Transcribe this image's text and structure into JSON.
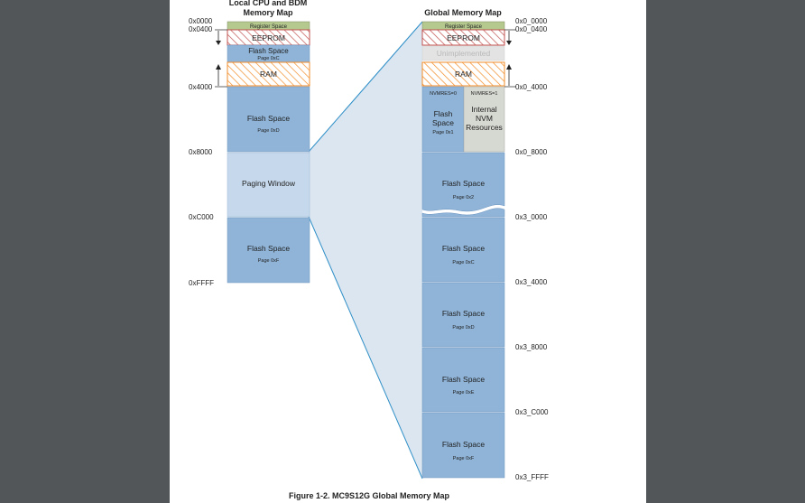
{
  "local_map": {
    "title_line1": "Local CPU and BDM",
    "title_line2": "Memory Map",
    "addresses": {
      "a0000": "0x0000",
      "a0400": "0x0400",
      "a4000": "0x4000",
      "a8000": "0x8000",
      "aC000": "0xC000",
      "aFFFF": "0xFFFF"
    },
    "blocks": {
      "register_space": "Register Space",
      "eeprom": "EEPROM",
      "flash_c": "Flash Space",
      "flash_c_page": "Page 0xC",
      "ram": "RAM",
      "flash_d": "Flash Space",
      "flash_d_page": "Page 0xD",
      "paging_window": "Paging Window",
      "flash_f": "Flash Space",
      "flash_f_page": "Page 0xF"
    }
  },
  "global_map": {
    "title": "Global Memory Map",
    "addresses": {
      "g0_0000": "0x0_0000",
      "g0_0400": "0x0_0400",
      "g0_4000": "0x0_4000",
      "g0_8000": "0x0_8000",
      "g3_0000": "0x3_0000",
      "g3_4000": "0x3_4000",
      "g3_8000": "0x3_8000",
      "g3_C000": "0x3_C000",
      "g3_FFFF": "0x3_FFFF"
    },
    "blocks": {
      "register_space": "Register Space",
      "eeprom": "EEPROM",
      "unimplemented": "Unimplemented",
      "ram": "RAM",
      "nvmres0": "NVMRES=0",
      "nvmres1": "NVMRES=1",
      "flash_1_l1": "Flash",
      "flash_1_l2": "Space",
      "flash_1_page": "Page 0x1",
      "nvm_l1": "Internal",
      "nvm_l2": "NVM",
      "nvm_l3": "Resources",
      "flash_2": "Flash Space",
      "flash_2_page": "Page 0x2",
      "flash_c": "Flash Space",
      "flash_c_page": "Page 0xC",
      "flash_d": "Flash Space",
      "flash_d_page": "Page 0xD",
      "flash_e": "Flash Space",
      "flash_e_page": "Page 0xE",
      "flash_f": "Flash Space",
      "flash_f_page": "Page 0xF"
    }
  },
  "caption": "Figure 1-2. MC9S12G Global Memory Map",
  "colors": {
    "flash": "#8fb4d8",
    "paging_window": "#c6d9ec",
    "register_space": "#b5c98f",
    "eeprom_hatch": "#c0504d",
    "ram_hatch": "#f28c28",
    "unimplemented": "#e3e3e3",
    "nvm": "#d6d8d2",
    "connector": "#2f8fc7",
    "window_fill": "#dbe6f1"
  }
}
